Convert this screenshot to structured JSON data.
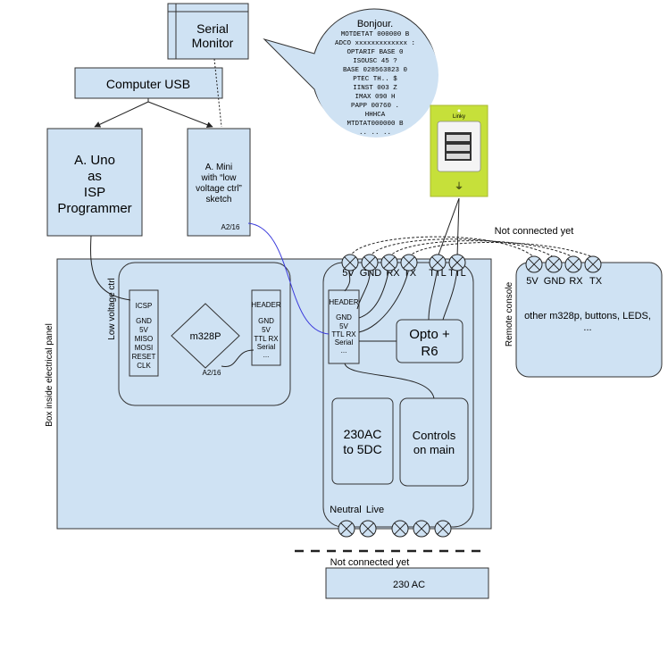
{
  "serial_monitor": {
    "line1": "Serial",
    "line2": "Monitor"
  },
  "speech_bubble": {
    "title": "Bonjour.",
    "lines": [
      "MOTDETAT 000000 B",
      "ADCO xxxxxxxxxxxxx :",
      "OPTARIF BASE 0",
      "ISOUSC 45 ?",
      "BASE 028563823 0",
      "PTEC TH.. $",
      "IINST 003 Z",
      "IMAX 090 H",
      "PAPP 00760 .",
      "HHHCA",
      "MTDTAT000000 B",
      ".. .. .."
    ]
  },
  "computer_usb": {
    "label": "Computer USB"
  },
  "uno": {
    "lines": [
      "A. Uno",
      "as",
      "ISP",
      "Programmer"
    ]
  },
  "mini": {
    "lines": [
      "A. Mini",
      "with “low",
      "voltage ctrl”",
      "sketch"
    ],
    "pin": "A2/16",
    "color": "#1a1aa6"
  },
  "meter": {
    "brand": "Linky",
    "color": "#c6e03a"
  },
  "not_connected_top": "Not connected yet",
  "remote_console": {
    "side_label": "Remote console",
    "pins": [
      "5V",
      "GND",
      "RX",
      "TX"
    ],
    "line1": "other m328p, buttons, LEDS,",
    "line2": "..."
  },
  "panel": {
    "side_label": "Box inside electrical panel"
  },
  "low_voltage": {
    "side_label": "Low voltage ctrl",
    "icsp": {
      "title": "ICSP",
      "pins": [
        "GND",
        "5V",
        "MISO",
        "MOSI",
        "RESET",
        "CLK"
      ]
    },
    "chip": {
      "label": "m328P",
      "pin": "A2/16"
    },
    "header": {
      "title": "HEADER",
      "pins": [
        "GND",
        "5V",
        "TTL RX",
        "Serial",
        "..."
      ]
    }
  },
  "main_section": {
    "top_pins": [
      "5V",
      "GND",
      "RX",
      "TX",
      "TTL",
      "TTL"
    ],
    "header": {
      "title": "HEADER",
      "pins": [
        "GND",
        "5V",
        "TTL RX",
        "Serial",
        "..."
      ]
    },
    "opto": {
      "line1": "Opto +",
      "line2": "R6"
    },
    "psu": {
      "line1": "230AC",
      "line2": "to 5DC"
    },
    "controls": {
      "line1": "Controls",
      "line2": "on main"
    },
    "bottom_labels": [
      "Neutral",
      "Live"
    ]
  },
  "ac_source": {
    "not_connected": "Not connected yet",
    "label": "230 AC"
  }
}
